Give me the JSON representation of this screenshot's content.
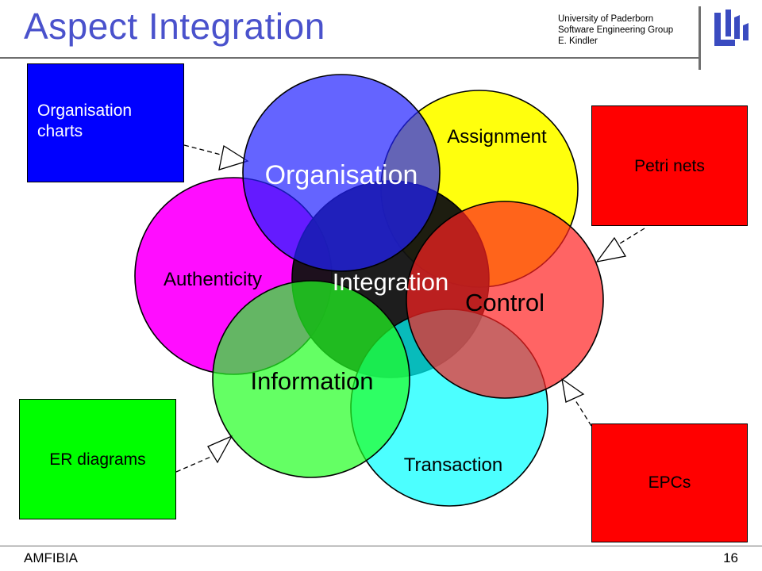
{
  "title": "Aspect Integration",
  "header": {
    "line1": "University of Paderborn",
    "line2": "Software Engineering Group",
    "line3": "E. Kindler"
  },
  "logo_icon": "university-paderborn-logo-icon",
  "footer": {
    "left": "AMFIBIA",
    "page": "16"
  },
  "aspects": {
    "organisation": "Organisation",
    "assignment": "Assignment",
    "authenticity": "Authenticity",
    "integration": "Integration",
    "control": "Control",
    "information": "Information",
    "transaction": "Transaction"
  },
  "notations": {
    "org_charts": "Organisation charts",
    "petri_nets": "Petri nets",
    "er_diagrams": "ER diagrams",
    "epcs": "EPCs"
  },
  "colors": {
    "title": "#4a52cc",
    "organisation": "#4444ff",
    "assignment": "#ffff00",
    "authenticity": "#ff00ff",
    "integration": "#111111",
    "control": "#ff4444",
    "information": "#44ff44",
    "transaction": "#00ffff",
    "org_charts_box": "#0000ff",
    "petri_box": "#ff0000",
    "er_box": "#00ff00",
    "epc_box": "#ff0000"
  }
}
